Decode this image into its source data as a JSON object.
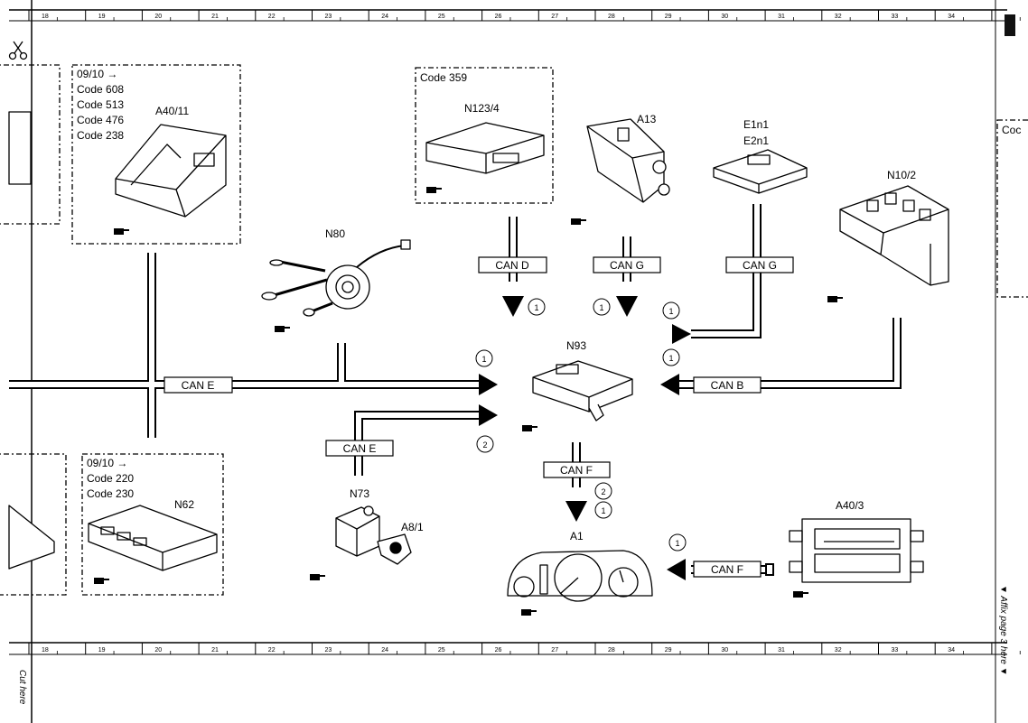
{
  "ruler": {
    "numbers": [
      "18",
      "19",
      "20",
      "21",
      "22",
      "23",
      "24",
      "25",
      "26",
      "27",
      "28",
      "29",
      "30",
      "31",
      "32",
      "33",
      "34"
    ]
  },
  "side_text": {
    "cut_here": "Cut here",
    "affix": "▼ Affix page 3 here ▼"
  },
  "boxes": {
    "a4011": {
      "lines": [
        "09/10  →",
        "Code 608",
        "Code 513",
        "Code 476",
        "Code 238"
      ]
    },
    "n1234": {
      "lines": [
        "Code 359"
      ]
    },
    "n62": {
      "lines": [
        "09/10  →",
        "Code 220",
        "Code 230"
      ]
    },
    "right_partial": {
      "lines": [
        "Coc"
      ]
    }
  },
  "components": {
    "a4011": "A40/11",
    "n1234": "N123/4",
    "a13": "A13",
    "e1n1": "E1n1",
    "e2n1": "E2n1",
    "n102": "N10/2",
    "n80": "N80",
    "n93": "N93",
    "n73": "N73",
    "a81": "A8/1",
    "n62": "N62",
    "a1": "A1",
    "a403": "A40/3"
  },
  "buses": {
    "can_d": "CAN D",
    "can_g1": "CAN G",
    "can_g2": "CAN G",
    "can_e1": "CAN E",
    "can_e2": "CAN E",
    "can_b": "CAN B",
    "can_f1": "CAN F",
    "can_f2": "CAN F"
  },
  "callouts": {
    "c1": "1",
    "c2": "1",
    "c3": "1",
    "c4": "1",
    "c5": "1",
    "c6": "2",
    "c7": "2",
    "c8": "1",
    "c9": "1"
  },
  "icons": [
    "pointing-hand-icon",
    "scissors-icon"
  ]
}
